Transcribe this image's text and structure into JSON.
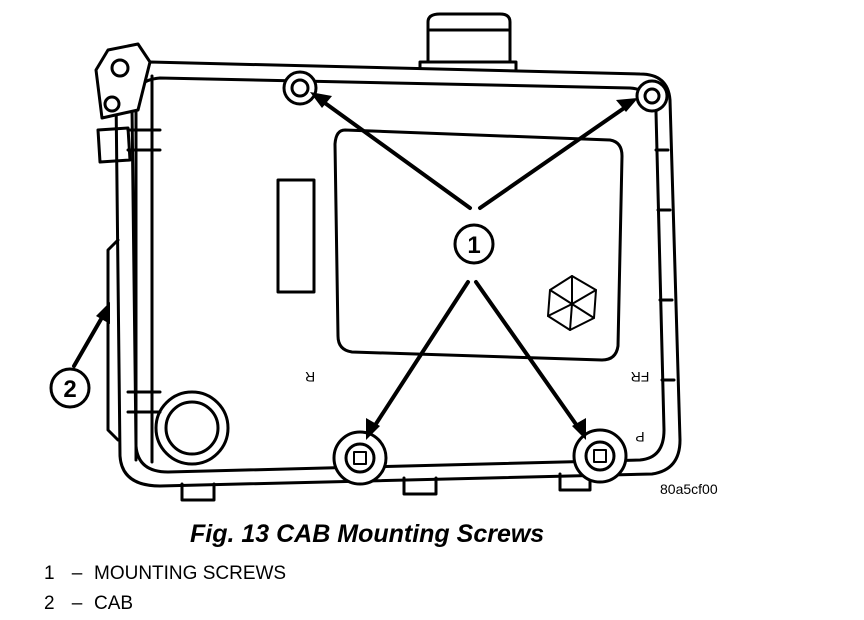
{
  "figure": {
    "reference_code": "80a5cf00",
    "callouts": [
      "1",
      "2"
    ],
    "housing_marks": [
      "R",
      "FR",
      "P"
    ]
  },
  "caption": "Fig. 13 CAB Mounting Screws",
  "legend": [
    {
      "number": "1",
      "separator": "–",
      "label": "MOUNTING SCREWS"
    },
    {
      "number": "2",
      "separator": "–",
      "label": "CAB"
    }
  ]
}
